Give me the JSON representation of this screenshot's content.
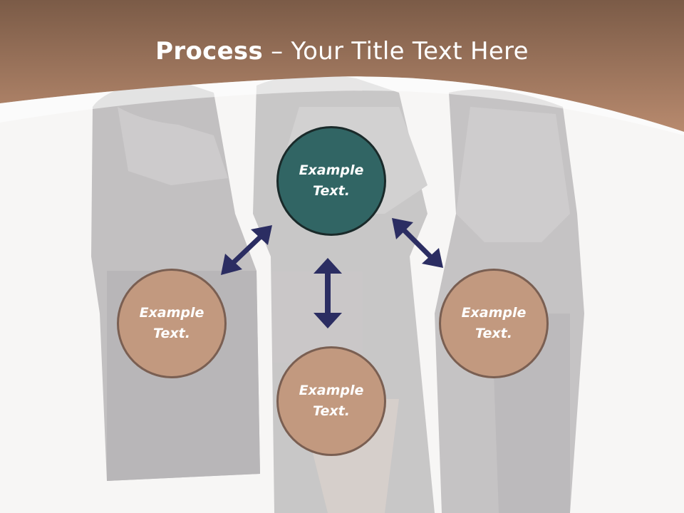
{
  "slide": {
    "title_bold": "Process",
    "title_rest": " – Your Title Text Here",
    "nodes": {
      "top": {
        "line1": "Example",
        "line2": "Text."
      },
      "left": {
        "line1": "Example",
        "line2": "Text."
      },
      "bottom": {
        "line1": "Example",
        "line2": "Text."
      },
      "right": {
        "line1": "Example",
        "line2": "Text."
      }
    }
  },
  "colors": {
    "header_brown": "#8a6650",
    "node_tan": "#c2997f",
    "node_teal": "#316564",
    "arrow_navy": "#2b2d62",
    "background": "#f7f6f5"
  }
}
